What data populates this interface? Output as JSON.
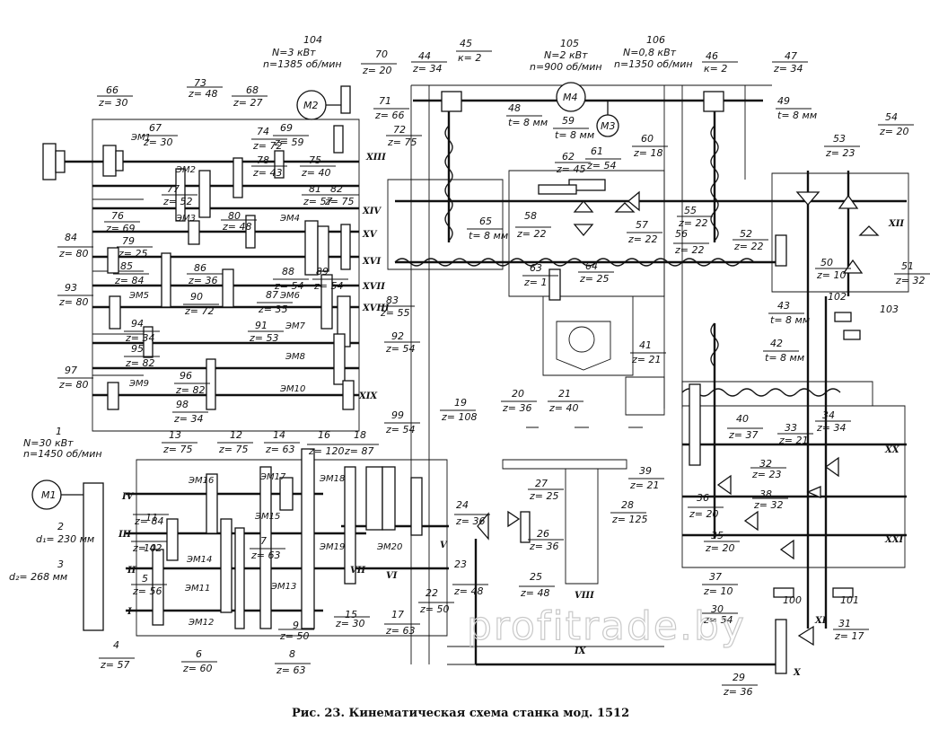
{
  "caption": "Рис. 23. Кинематическая схема станка мод. 1512",
  "watermark": "profitrade.by",
  "motors": [
    {
      "id": "m1",
      "label": "M1",
      "num": "1",
      "spec1": "N=30 кВт",
      "spec2": "n=1450 об/мин"
    },
    {
      "id": "m2",
      "label": "M2",
      "num": "104",
      "spec1": "N=3 кВт",
      "spec2": "n=1385 об/мин"
    },
    {
      "id": "m4",
      "label": "M4",
      "num": "105",
      "spec1": "N=2 кВт",
      "spec2": "n=900 об/мин"
    },
    {
      "id": "m3",
      "label": "M3",
      "num": "106",
      "spec1": "N=0,8 кВт",
      "spec2": "n=1350 об/мин"
    }
  ],
  "pulleys": [
    {
      "num": "2",
      "spec": "d₁= 230 мм"
    },
    {
      "num": "3",
      "spec": "d₂= 268 мм"
    }
  ],
  "components": [
    {
      "num": "4",
      "spec": "z= 57"
    },
    {
      "num": "5",
      "spec": "z= 56"
    },
    {
      "num": "6",
      "spec": "z= 60"
    },
    {
      "num": "7",
      "spec": "z= 63"
    },
    {
      "num": "8",
      "spec": "z= 63"
    },
    {
      "num": "9",
      "spec": "z= 50"
    },
    {
      "num": "10",
      "spec": "z= 42"
    },
    {
      "num": "11",
      "spec": "z= 84"
    },
    {
      "num": "12",
      "spec": "z= 75"
    },
    {
      "num": "13",
      "spec": "z= 75"
    },
    {
      "num": "14",
      "spec": "z= 63"
    },
    {
      "num": "15",
      "spec": "z= 30"
    },
    {
      "num": "16",
      "spec": "z= 120"
    },
    {
      "num": "17",
      "spec": "z= 63"
    },
    {
      "num": "18",
      "spec": "z= 87"
    },
    {
      "num": "19",
      "spec": "z= 108"
    },
    {
      "num": "20",
      "spec": "z= 36"
    },
    {
      "num": "21",
      "spec": "z= 40"
    },
    {
      "num": "22",
      "spec": "z= 50"
    },
    {
      "num": "23",
      "spec": "z= 48"
    },
    {
      "num": "24",
      "spec": "z= 36"
    },
    {
      "num": "25",
      "spec": "z= 48"
    },
    {
      "num": "26",
      "spec": "z= 36"
    },
    {
      "num": "27",
      "spec": "z= 25"
    },
    {
      "num": "28",
      "spec": "z= 125"
    },
    {
      "num": "29",
      "spec": "z= 36"
    },
    {
      "num": "30",
      "spec": "z= 54"
    },
    {
      "num": "31",
      "spec": "z= 17"
    },
    {
      "num": "32",
      "spec": "z= 23"
    },
    {
      "num": "33",
      "spec": "z= 21"
    },
    {
      "num": "34",
      "spec": "z= 34"
    },
    {
      "num": "35",
      "spec": "z= 20"
    },
    {
      "num": "36",
      "spec": "z= 20"
    },
    {
      "num": "37",
      "spec": "z= 10"
    },
    {
      "num": "38",
      "spec": "z= 32"
    },
    {
      "num": "39",
      "spec": "z= 21"
    },
    {
      "num": "40",
      "spec": "z= 37"
    },
    {
      "num": "41",
      "spec": "z= 21"
    },
    {
      "num": "42",
      "spec": "t= 8 мм"
    },
    {
      "num": "43",
      "spec": "t= 8 мм"
    },
    {
      "num": "44",
      "spec": "z= 34"
    },
    {
      "num": "45",
      "spec": "к= 2"
    },
    {
      "num": "46",
      "spec": "к= 2"
    },
    {
      "num": "47",
      "spec": "z= 34"
    },
    {
      "num": "48",
      "spec": "t= 8 мм"
    },
    {
      "num": "49",
      "spec": "t= 8 мм"
    },
    {
      "num": "50",
      "spec": "z= 10"
    },
    {
      "num": "51",
      "spec": "z= 32"
    },
    {
      "num": "52",
      "spec": "z= 22"
    },
    {
      "num": "53",
      "spec": "z= 23"
    },
    {
      "num": "54",
      "spec": "z= 20"
    },
    {
      "num": "55",
      "spec": "z= 22"
    },
    {
      "num": "56",
      "spec": "z= 22"
    },
    {
      "num": "57",
      "spec": "z= 22"
    },
    {
      "num": "58",
      "spec": "z= 22"
    },
    {
      "num": "59",
      "spec": "t= 8 мм"
    },
    {
      "num": "60",
      "spec": "z= 18"
    },
    {
      "num": "61",
      "spec": "z= 54"
    },
    {
      "num": "62",
      "spec": "z= 45"
    },
    {
      "num": "63",
      "spec": "z= 1"
    },
    {
      "num": "64",
      "spec": "z= 25"
    },
    {
      "num": "65",
      "spec": "t= 8 мм"
    },
    {
      "num": "66",
      "spec": "z= 30"
    },
    {
      "num": "67",
      "spec": "z= 30"
    },
    {
      "num": "68",
      "spec": "z= 27"
    },
    {
      "num": "69",
      "spec": "z= 59"
    },
    {
      "num": "70",
      "spec": "z= 20"
    },
    {
      "num": "71",
      "spec": "z= 66"
    },
    {
      "num": "72",
      "spec": "z= 75"
    },
    {
      "num": "73",
      "spec": "z= 48"
    },
    {
      "num": "74",
      "spec": "z= 72"
    },
    {
      "num": "75",
      "spec": "z= 40"
    },
    {
      "num": "76",
      "spec": "z= 69"
    },
    {
      "num": "77",
      "spec": "z= 52"
    },
    {
      "num": "78",
      "spec": "z= 43"
    },
    {
      "num": "79",
      "spec": "z= 25"
    },
    {
      "num": "80",
      "spec": "z= 48"
    },
    {
      "num": "81",
      "spec": "z= 57"
    },
    {
      "num": "82",
      "spec": "z= 75"
    },
    {
      "num": "83",
      "spec": "z= 55"
    },
    {
      "num": "84",
      "spec": "z= 80"
    },
    {
      "num": "85",
      "spec": "z= 84"
    },
    {
      "num": "86",
      "spec": "z= 36"
    },
    {
      "num": "87",
      "spec": "z= 35"
    },
    {
      "num": "88",
      "spec": "z= 54"
    },
    {
      "num": "89",
      "spec": "z= 54"
    },
    {
      "num": "90",
      "spec": "z= 72"
    },
    {
      "num": "91",
      "spec": "z= 53"
    },
    {
      "num": "92",
      "spec": "z= 54"
    },
    {
      "num": "93",
      "spec": "z= 80"
    },
    {
      "num": "94",
      "spec": "z= 34"
    },
    {
      "num": "95",
      "spec": "z= 82"
    },
    {
      "num": "96",
      "spec": "z= 82"
    },
    {
      "num": "97",
      "spec": "z= 80"
    },
    {
      "num": "98",
      "spec": "z= 34"
    },
    {
      "num": "99",
      "spec": "z= 54"
    },
    {
      "num": "100",
      "spec": ""
    },
    {
      "num": "101",
      "spec": ""
    },
    {
      "num": "102",
      "spec": ""
    },
    {
      "num": "103",
      "spec": ""
    }
  ],
  "clutches": [
    "ЭМ1",
    "ЭМ2",
    "ЭМ3",
    "ЭМ4",
    "ЭМ5",
    "ЭМ6",
    "ЭМ7",
    "ЭМ8",
    "ЭМ9",
    "ЭМ10",
    "ЭМ11",
    "ЭМ12",
    "ЭМ13",
    "ЭМ14",
    "ЭМ15",
    "ЭМ16",
    "ЭМ17",
    "ЭМ18",
    "ЭМ19",
    "ЭМ20"
  ],
  "shafts": [
    "I",
    "II",
    "III",
    "IV",
    "V",
    "VI",
    "VII",
    "VIII",
    "IX",
    "X",
    "XI",
    "XII",
    "XIII",
    "XIV",
    "XV",
    "XVI",
    "XVII",
    "XVIII",
    "XIX",
    "XX",
    "XXI"
  ]
}
